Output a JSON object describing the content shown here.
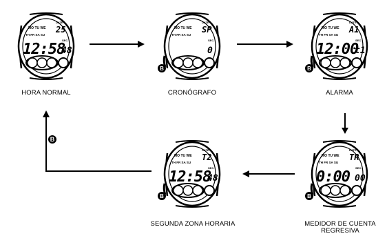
{
  "button_label": "B",
  "watches": [
    {
      "id": "hora-normal",
      "caption": "HORA NORMAL",
      "days_top": "MO TU WE",
      "days_bottom": "TH FR SA SU",
      "date_label": "DATE",
      "top_value": "25",
      "main_digits": "12:58",
      "sec_label": "SEC.",
      "sec_digits": "48",
      "has_button_b": false
    },
    {
      "id": "cronografo",
      "caption": "CRONÓGRAFO",
      "days_top": "MO TU WE",
      "days_bottom": "TH FR SA SU",
      "date_label": "DATE",
      "top_value": "SP",
      "main_digits": "",
      "sec_label": "SEC.",
      "sec_digits": "0",
      "has_button_b": true
    },
    {
      "id": "alarma",
      "caption": "ALARMA",
      "days_top": "MO TU WE",
      "days_bottom": "TH FR SA SU",
      "date_label": "DATE",
      "top_value": "A1",
      "main_digits": "12:00",
      "sec_label": "SEC.",
      "sec_digits": "t1",
      "has_button_b": true
    },
    {
      "id": "medidor-cuenta-regresiva",
      "caption_line1": "MEDIDOR DE CUENTA",
      "caption_line2": "REGRESIVA",
      "days_top": "MO TU WE",
      "days_bottom": "TH FR SA SU",
      "date_label": "DATE",
      "top_value": "TR",
      "main_digits": "0:00",
      "sec_label": "SEC.",
      "sec_digits": "00",
      "has_button_b": true
    },
    {
      "id": "segunda-zona-horaria",
      "caption": "SEGUNDA ZONA HORARIA",
      "days_top": "MO TU WE",
      "days_bottom": "TH FR SA SU",
      "date_label": "DATE",
      "top_value": "T2",
      "main_digits": "12:58",
      "sec_label": "SEC.",
      "sec_digits": "48",
      "has_button_b": true
    }
  ]
}
